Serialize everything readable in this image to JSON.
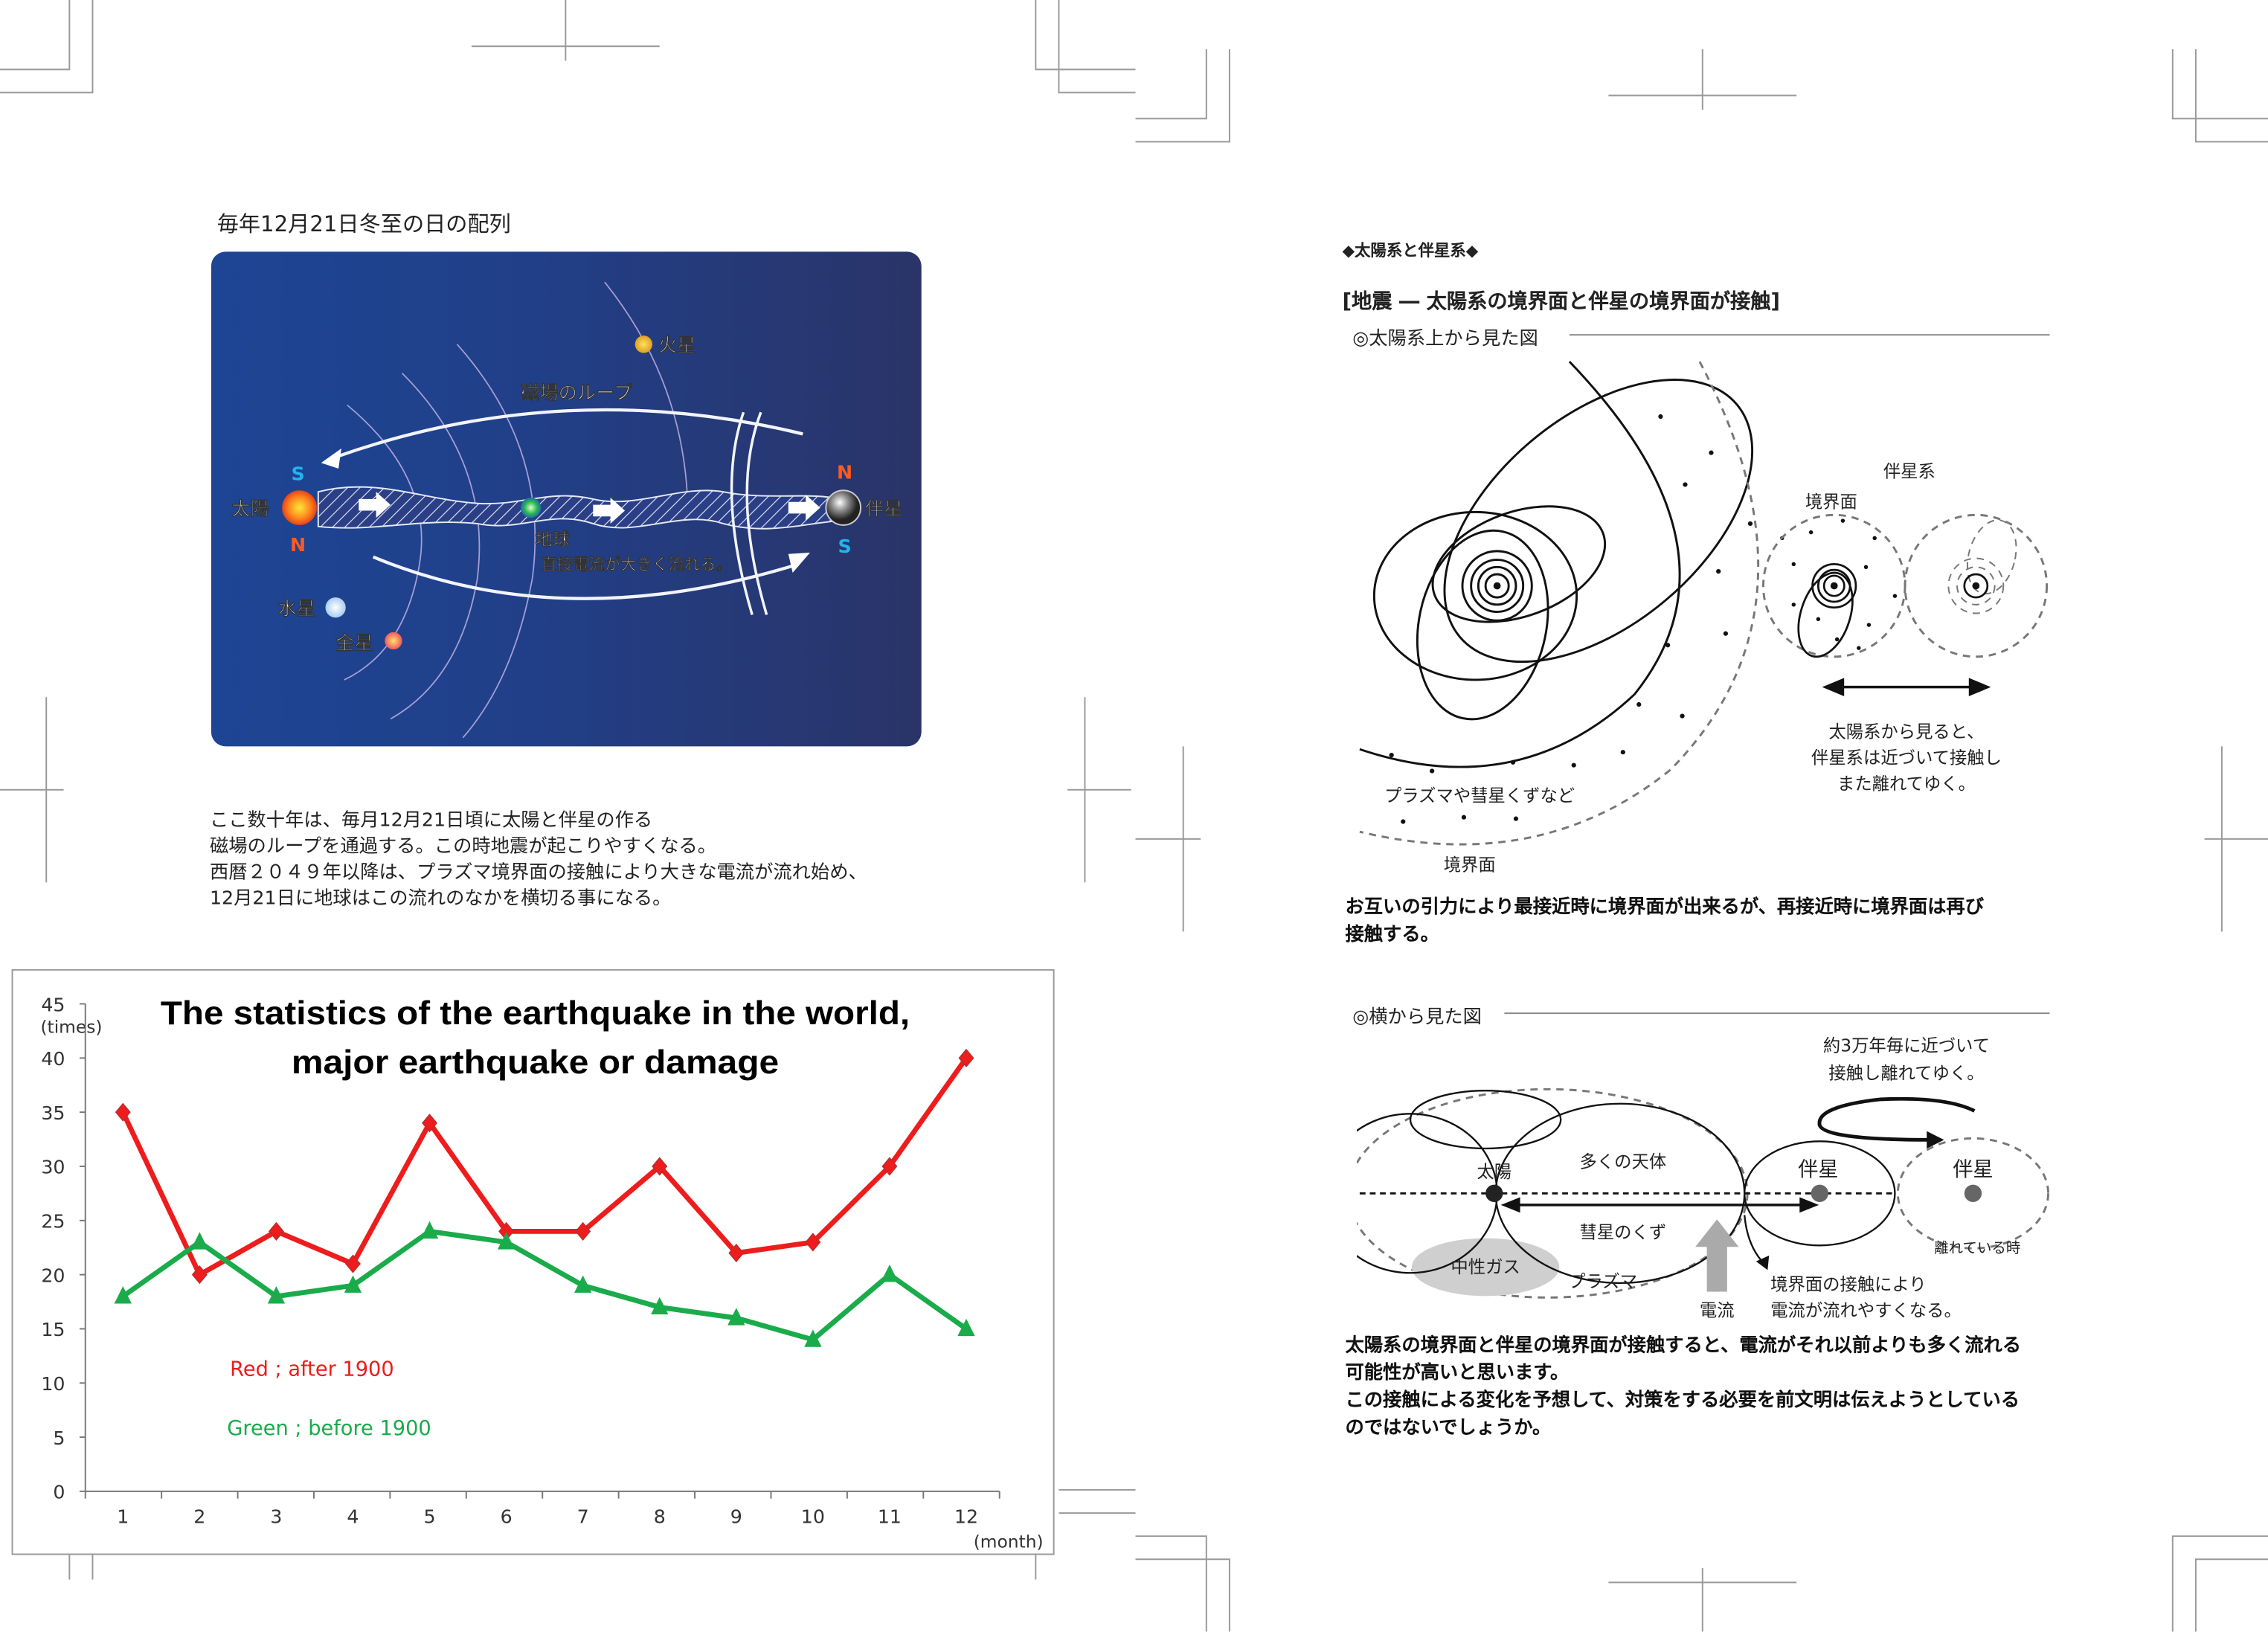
{
  "left_page": {
    "figure_title": "毎年12月21日冬至の日の配列",
    "figure_labels": {
      "sun": "太陽",
      "companion": "伴星",
      "earth": "地球",
      "mars": "火星",
      "mercury": "水星",
      "venus": "金星",
      "magnetic_loop": "磁場のループ",
      "current_note": "直接電流が大きく流れる。",
      "sun_top_pole": "S",
      "sun_bottom_pole": "N",
      "companion_top_pole": "N",
      "companion_bottom_pole": "S"
    },
    "paragraph": [
      "ここ数十年は、毎月12月21日頃に太陽と伴星の作る",
      "磁場のループを通過する。この時地震が起こりやすくなる。",
      "西暦２０４９年以降は、プラズマ境界面の接触により大きな電流が流れ始め、",
      "12月21日に地球はこの流れのなかを横切る事になる。"
    ]
  },
  "chart_data": {
    "type": "line",
    "title": [
      "The statistics of the earthquake in the world,",
      "major earthquake or damage"
    ],
    "xlabel": "(month)",
    "ylabel": "(times)",
    "categories": [
      "1",
      "2",
      "3",
      "4",
      "5",
      "6",
      "7",
      "8",
      "9",
      "10",
      "11",
      "12"
    ],
    "ylim": [
      0,
      45
    ],
    "yticks": [
      "0",
      "5",
      "10",
      "15",
      "20",
      "25",
      "30",
      "35",
      "40",
      "45"
    ],
    "grid": false,
    "series": [
      {
        "name": "Red ; after 1900",
        "color": "#ee1c1c",
        "marker": "diamond",
        "values": [
          35,
          20,
          24,
          21,
          34,
          24,
          24,
          30,
          22,
          23,
          30,
          40
        ]
      },
      {
        "name": "Green ; before 1900",
        "color": "#1aab4b",
        "marker": "triangle",
        "values": [
          18,
          23,
          18,
          19,
          24,
          23,
          19,
          17,
          16,
          14,
          20,
          15
        ]
      }
    ],
    "legend_placement": "inside-lower-left"
  },
  "right_page": {
    "section_title": "◆太陽系と伴星系◆",
    "heading": "[地震 ― 太陽系の境界面と伴星の境界面が接触]",
    "top_view": {
      "label": "◎太陽系上から見た図",
      "companion_system": "伴星系",
      "boundary_companion": "境界面",
      "plasma_note": "プラズマや彗星くずなど",
      "boundary_sun": "境界面",
      "approach_note": [
        "太陽系から見ると、",
        "伴星系は近づいて接触し",
        "また離れてゆく。"
      ]
    },
    "paragraph1": [
      "お互いの引力により最接近時に境界面が出来るが、再接近時に境界面は再び",
      "接触する。"
    ],
    "side_view": {
      "label": "◎横から見た図",
      "cycle_note": [
        "約3万年毎に近づいて",
        "接触し離れてゆく。"
      ],
      "sun": "太陽",
      "many_bodies": "多くの天体",
      "comet_debris": "彗星のくず",
      "neutral_gas": "中性ガス",
      "plasma": "プラズマ",
      "current": "電流",
      "companion": "伴星",
      "companion_far": "伴星",
      "apart_note": "離れている時",
      "contact_note": [
        "境界面の接触により",
        "電流が流れやすくなる。"
      ]
    },
    "paragraph2": [
      "太陽系の境界面と伴星の境界面が接触すると、電流がそれ以前よりも多く流れる",
      "可能性が高いと思います。",
      "この接触による変化を予想して、対策をする必要を前文明は伝えようとしている",
      "のではないでしょうか。"
    ]
  }
}
